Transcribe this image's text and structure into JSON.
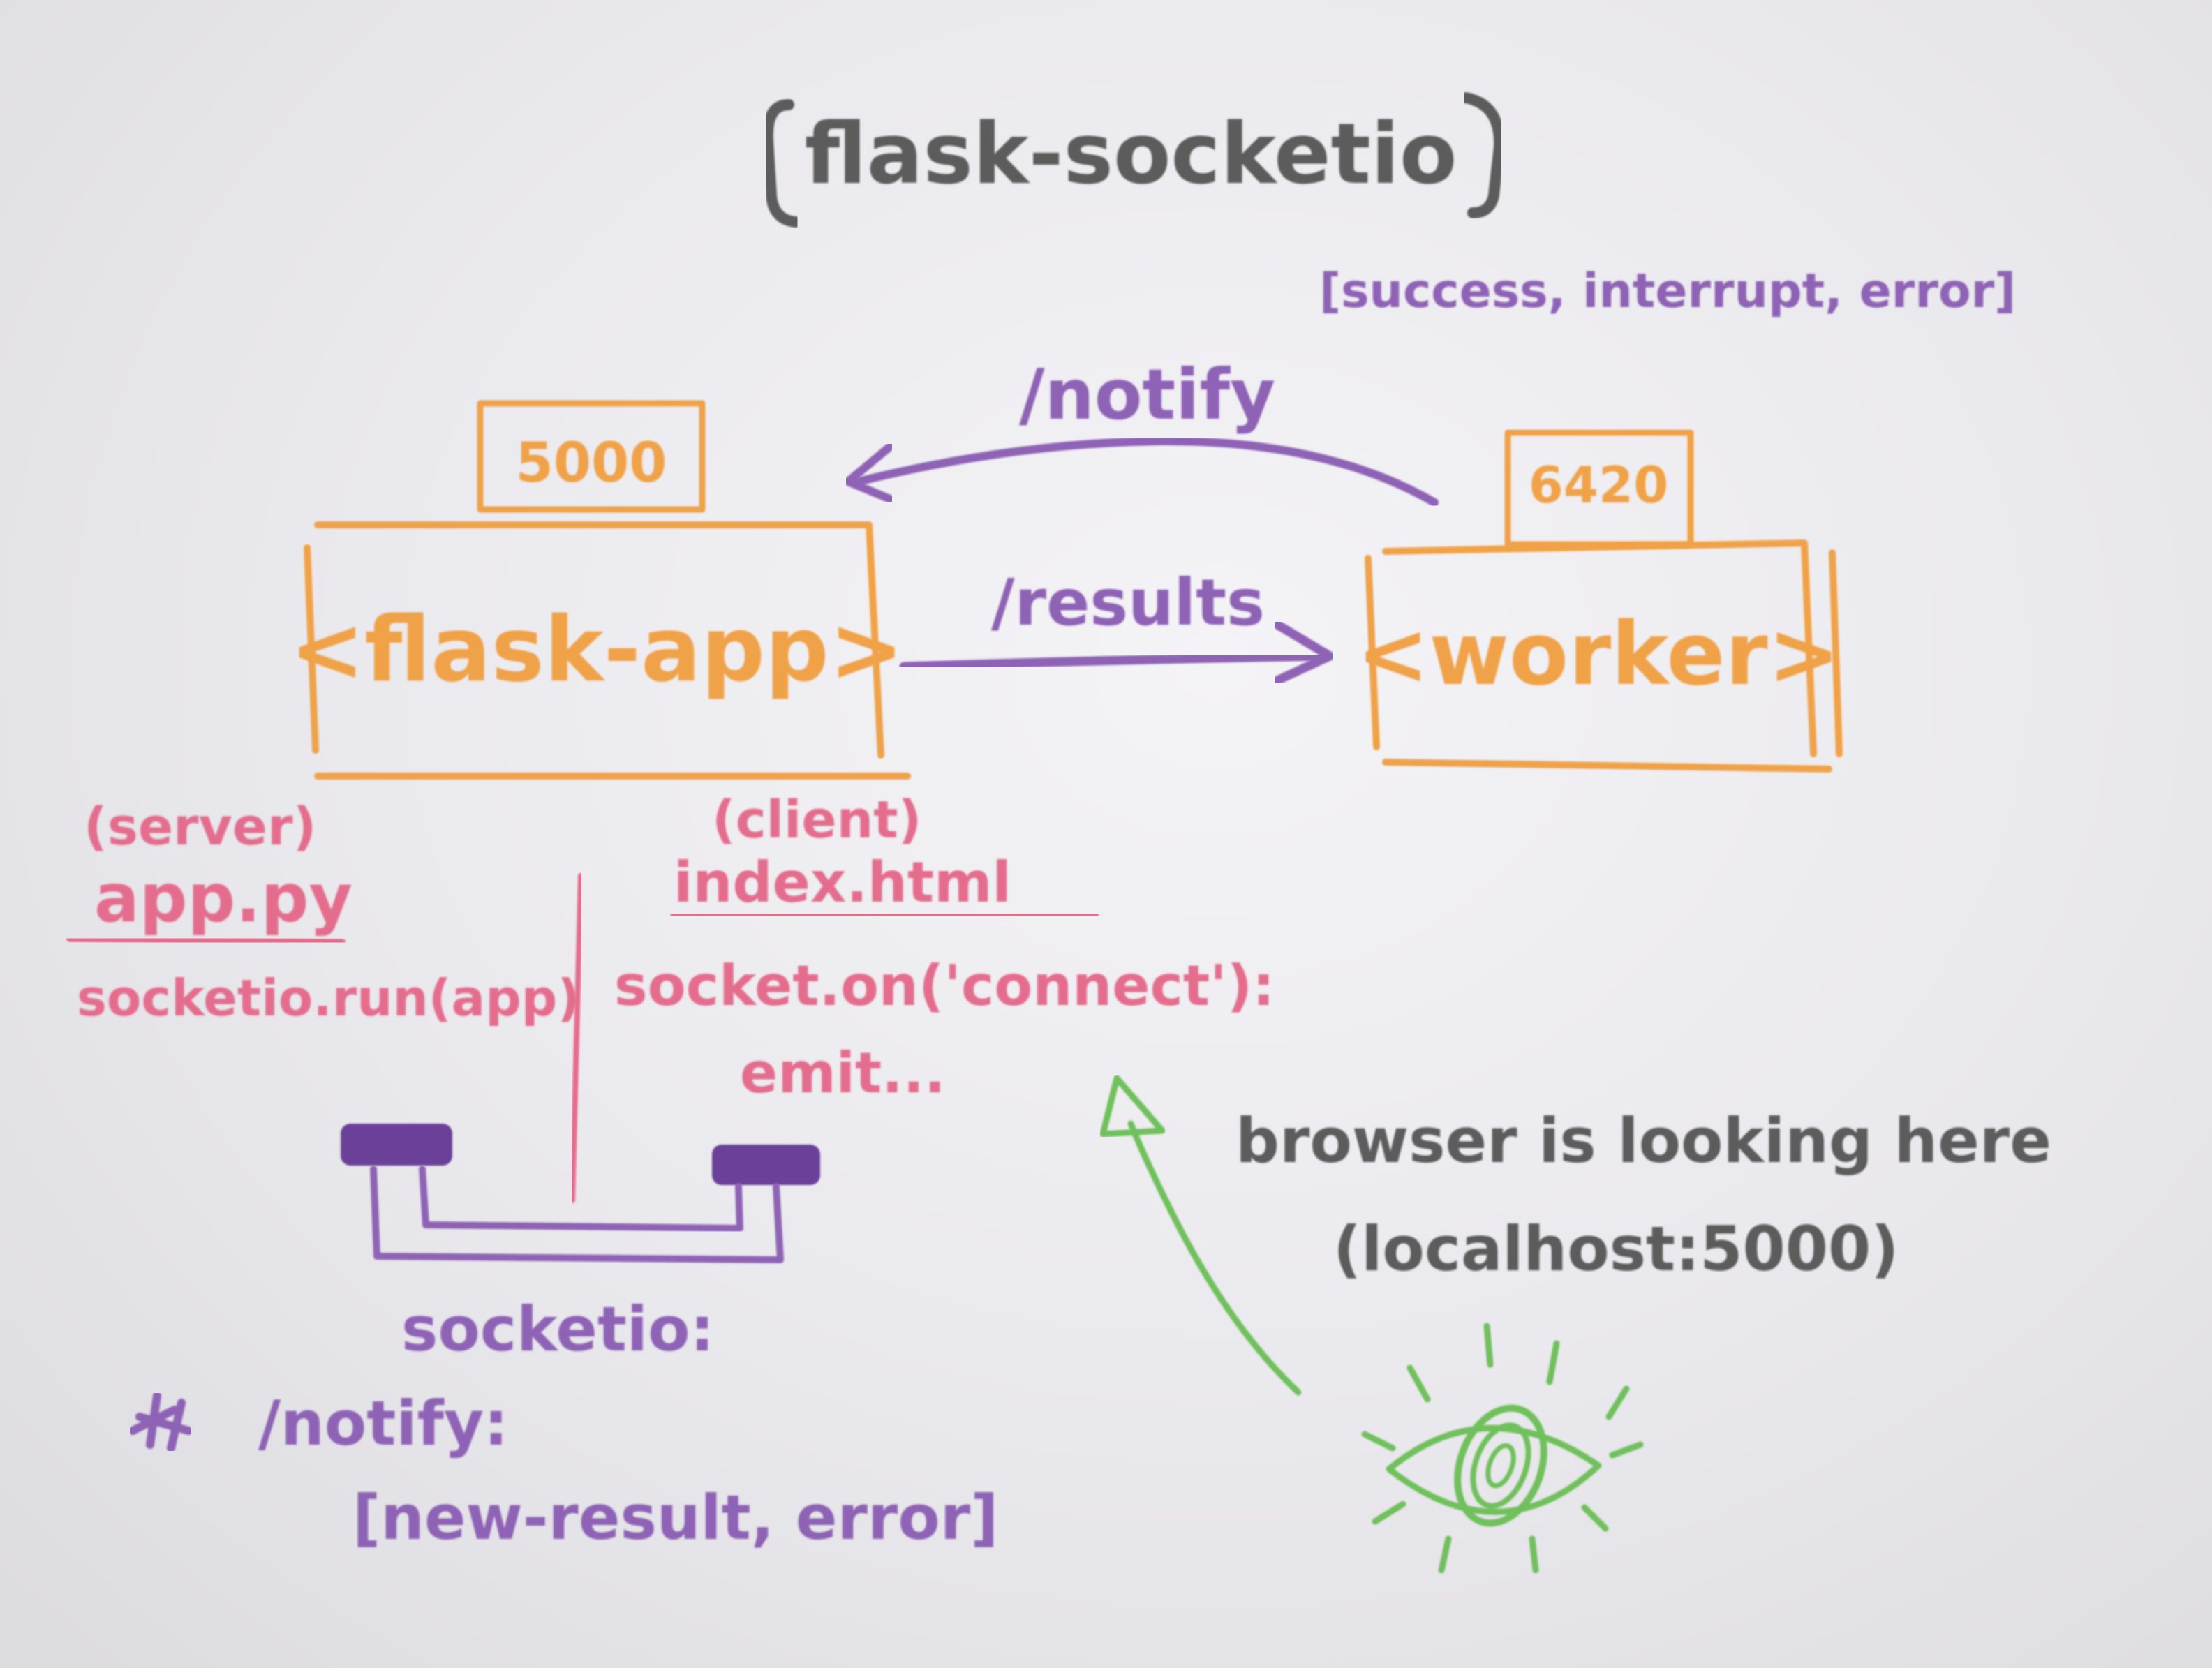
{
  "colors": {
    "orange": "#f0a24a",
    "purple": "#8e62b5",
    "pink": "#e46d8e",
    "gray": "#5b5b5b",
    "green": "#6fc05c"
  },
  "title": "flask-socketio",
  "flask_app": {
    "port": "5000",
    "label": "<flask-app>"
  },
  "worker": {
    "port": "6420",
    "label": "<worker>"
  },
  "arrows": {
    "notify_label": "/notify",
    "notify_events": "[success, interrupt, error]",
    "results_label": "/results"
  },
  "server": {
    "role": "(server)",
    "file": "app.py",
    "code": "socketio.run(app)"
  },
  "client": {
    "role": "(client)",
    "file": "index.html",
    "code": "socket.on('connect'):",
    "code2": "emit..."
  },
  "socketio": {
    "label": "socketio:",
    "notify": "/notify:",
    "events": "[new-result, error]"
  },
  "browser": {
    "line1": "browser is looking here",
    "line2": "(localhost:5000)",
    "icon": "eye-icon"
  }
}
